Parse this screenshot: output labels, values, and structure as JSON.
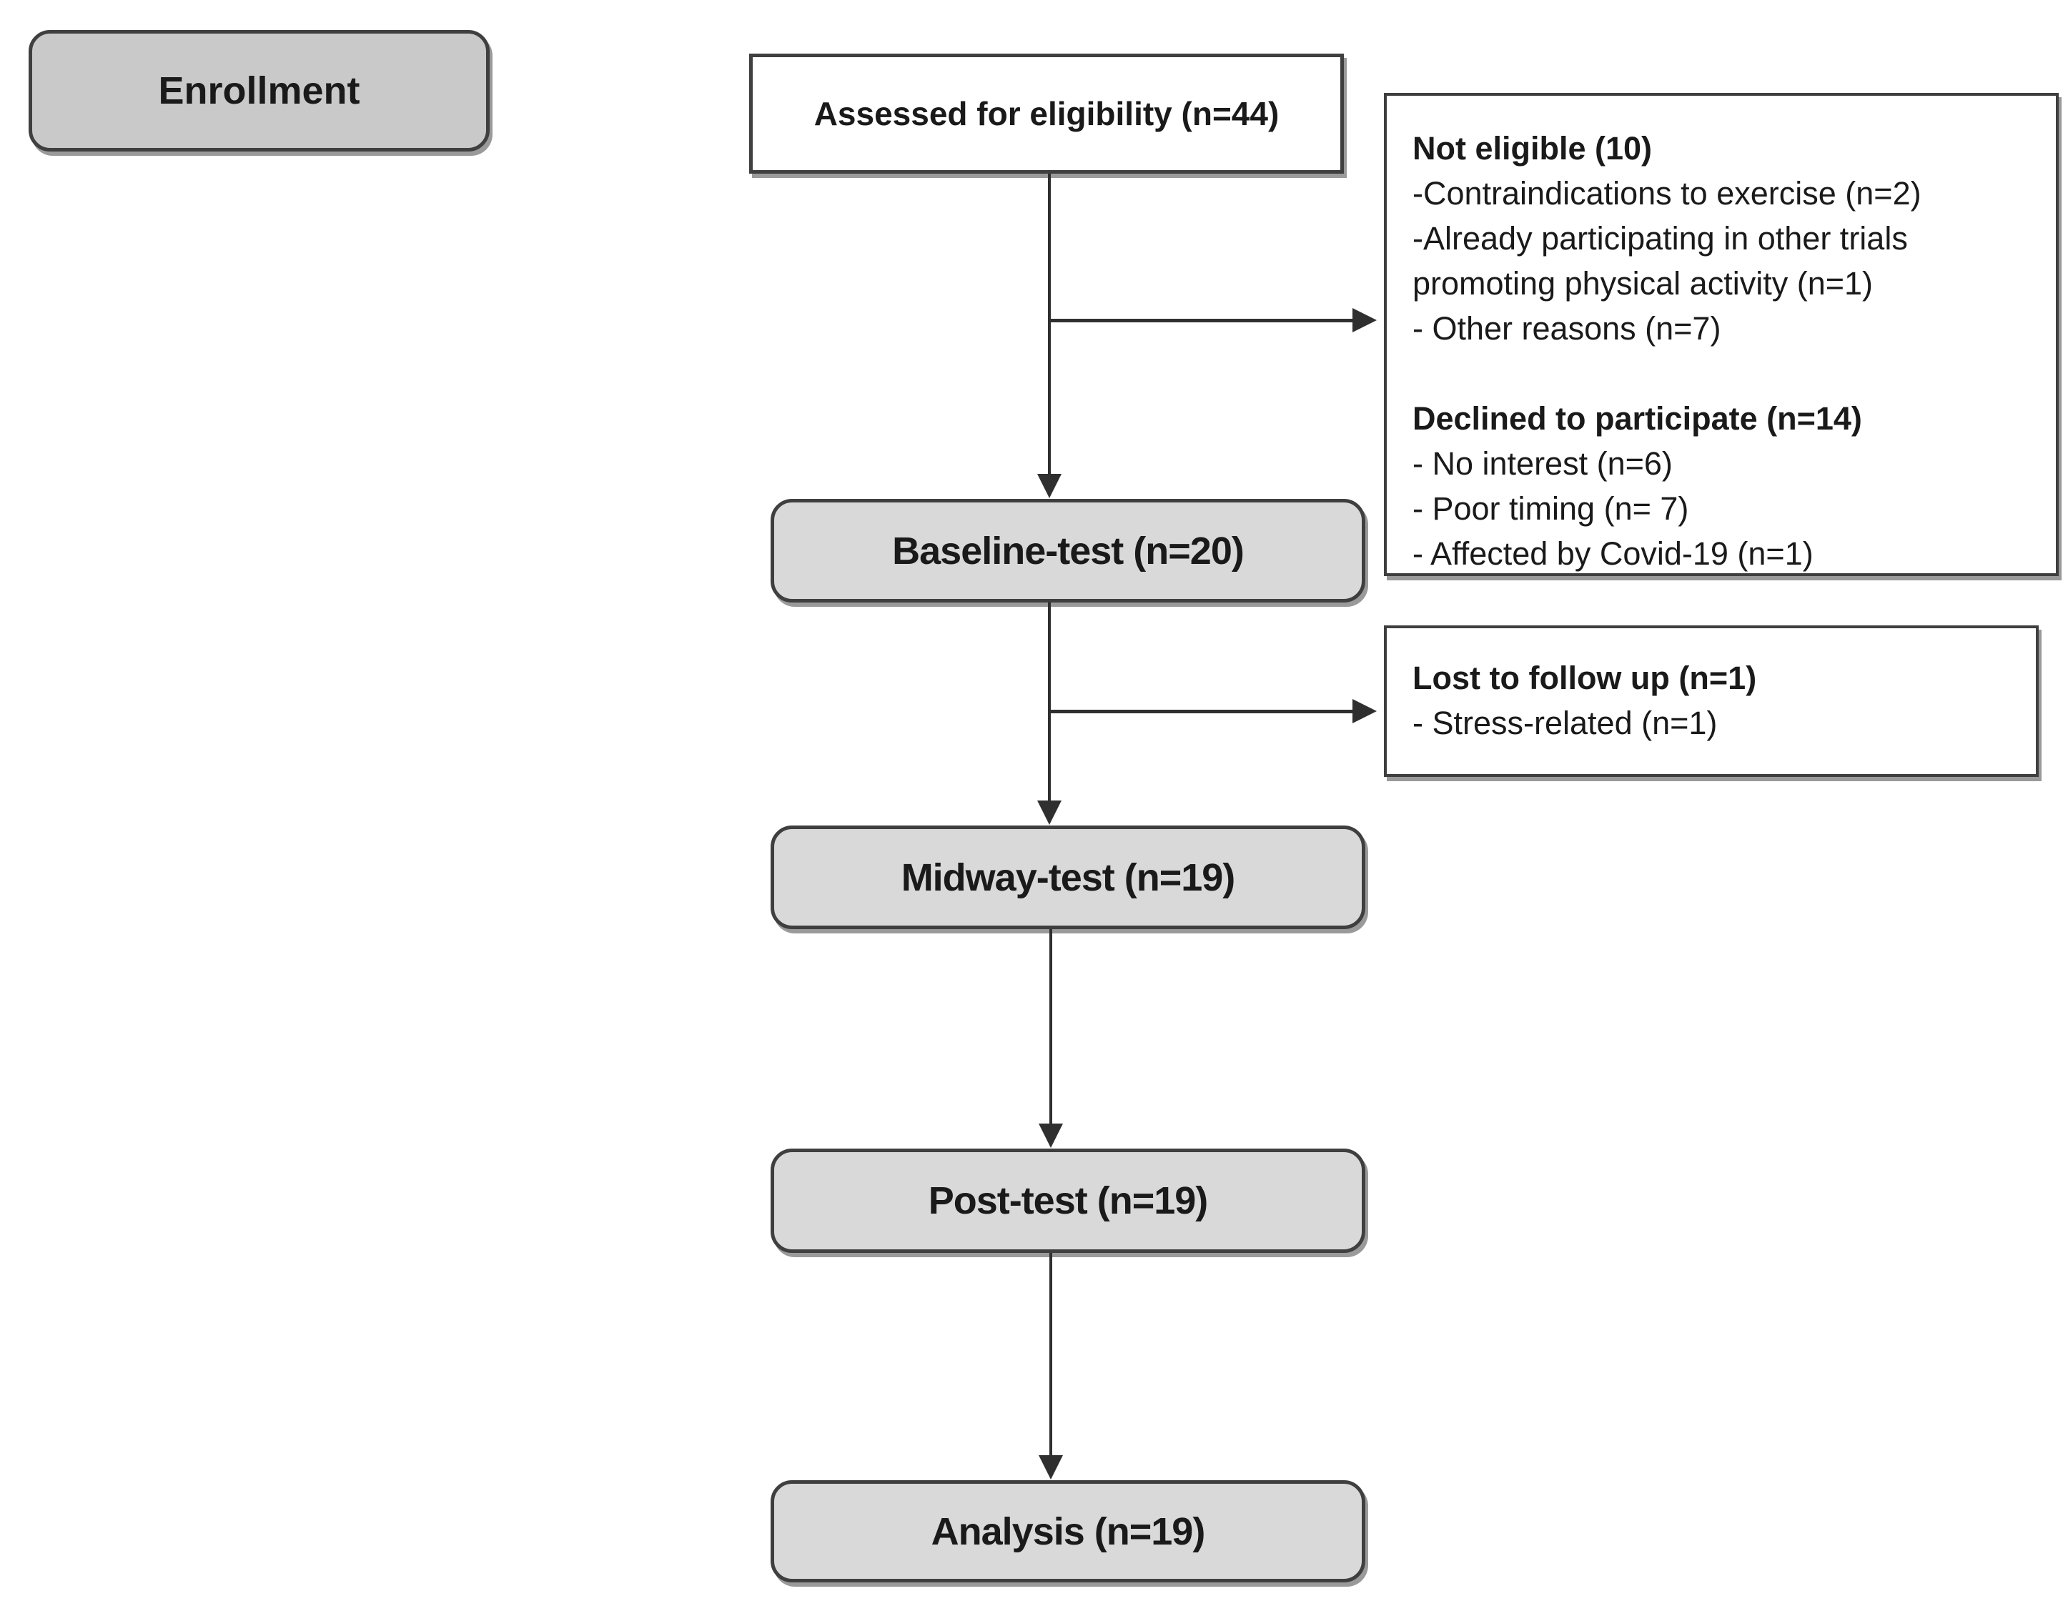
{
  "colors": {
    "flow_box_fill": "#d9d9d9",
    "enrollment_fill": "#c9c9c9",
    "box_border": "#3f3f3f",
    "arrow": "#2f2f2f",
    "side_box_fill": "#ffffff"
  },
  "enrollment": {
    "label": "Enrollment"
  },
  "flow_boxes": [
    {
      "label": "Assessed for eligibility (n=44)"
    },
    {
      "label": "Baseline-test (n=20)"
    },
    {
      "label": "Midway-test (n=19)"
    },
    {
      "label": "Post-test (n=19)"
    },
    {
      "label": "Analysis (n=19)"
    }
  ],
  "not_eligible_box": {
    "sections": [
      {
        "heading": "Not eligible (10)",
        "items": [
          "-Contraindications to exercise (n=2)",
          "-Already participating in other trials promoting physical activity (n=1)",
          "- Other reasons (n=7)"
        ]
      },
      {
        "heading": "Declined to participate (n=14)",
        "items": [
          "- No interest (n=6)",
          "- Poor timing (n= 7)",
          "- Affected by Covid-19 (n=1)"
        ]
      }
    ]
  },
  "lost_to_followup_box": {
    "heading": "Lost to follow up (n=1)",
    "items": [
      "- Stress-related (n=1)"
    ]
  }
}
